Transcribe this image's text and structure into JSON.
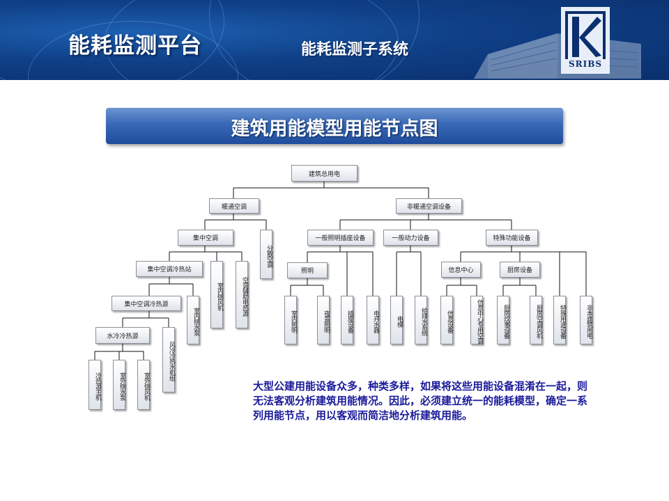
{
  "header": {
    "title": "能耗监测平台",
    "subtitle": "能耗监测子系统",
    "logo_text": "SRIBS"
  },
  "banner": {
    "title": "建筑用能模型用能节点图"
  },
  "tree": {
    "root": "建筑总用电",
    "hvac": "暖通空调",
    "non_hvac": "非暖通空调设备",
    "central_ac": "集中空调",
    "split_ac": "分散空调",
    "cold_heat_station": "集中空调冷热站",
    "indoor_fan": "室内侧风机",
    "ac_aux_heat": "空调辅助电热源",
    "cold_heat_source": "集中空调冷热源",
    "indoor_pump": "室内侧水泵",
    "water_cooled_source": "水冷冷热源",
    "air_cooled_chiller": "风冷冷热水机组",
    "chiller_main": "冷热源主机",
    "outdoor_pump": "室外侧水泵",
    "outdoor_fan": "室外侧风机",
    "general_lighting_socket": "一般照明插座设备",
    "general_power": "一般动力设备",
    "special_function": "特殊功能设备",
    "lighting": "照明",
    "indoor_lighting": "室内照明",
    "night_lighting": "夜景照明",
    "socket_equipment": "插座设备",
    "water_heater": "电开水器",
    "elevator": "电梯",
    "water_supply_drainage": "给排水系统",
    "info_center": "信息中心",
    "kitchen_equipment": "厨房设备",
    "info_equipment": "信息设备",
    "info_center_ac": "信息中心专用空调",
    "kitchen_cooking": "厨房炊事设备",
    "kitchen_ac_fan": "厨房空调风机",
    "special_use_equipment": "特殊用途设备",
    "non_building_power": "非本建筑用电"
  },
  "paragraph": "大型公建用能设备众多，种类多样，如果将这些用能设备混淆在一起，则无法客观分析建筑用能情况。因此，必须建立统一的能耗模型，确定一系列用能节点，用以客观而简洁地分析建筑用能。",
  "colors": {
    "header_bg": "#0f3f86",
    "banner_bg": "#3868b6",
    "paragraph_text": "#1a1a9a",
    "connector": "#111111"
  }
}
